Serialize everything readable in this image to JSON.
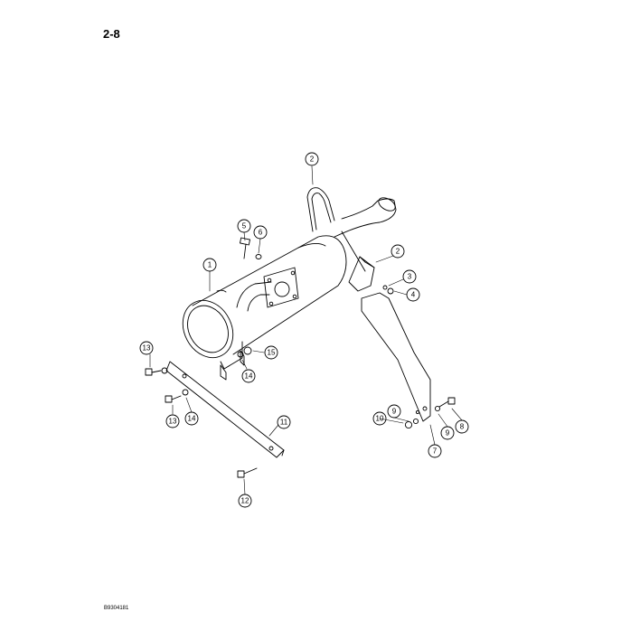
{
  "page": {
    "number": "2-8",
    "figure_id": "B9304181"
  },
  "callouts": [
    "1",
    "2",
    "2",
    "3",
    "4",
    "5",
    "6",
    "7",
    "8",
    "9",
    "9",
    "10",
    "11",
    "12",
    "13",
    "13",
    "14",
    "14",
    "15"
  ]
}
